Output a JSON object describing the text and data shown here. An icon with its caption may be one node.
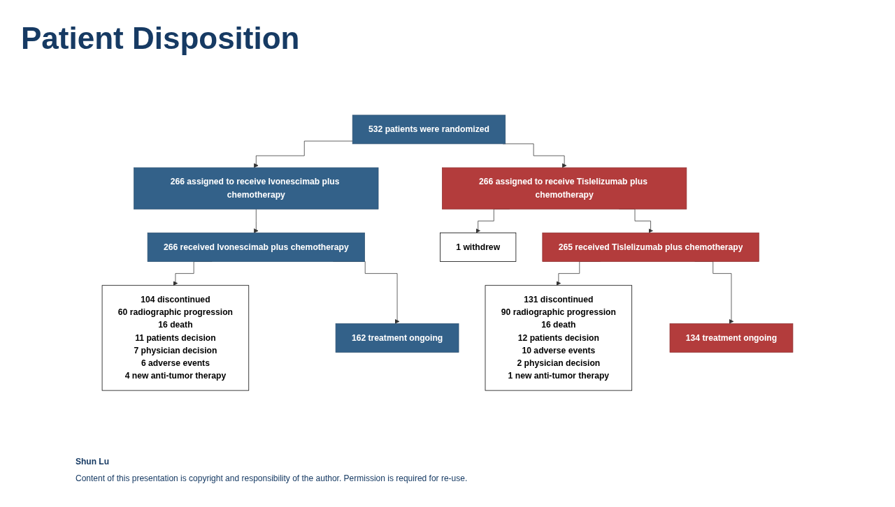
{
  "diagram": {
    "title": "Patient Disposition",
    "nodes": [
      {
        "text": [
          "532 patients were randomized"
        ]
      },
      {
        "text": [
          "266 assigned to receive Ivonescimab plus chemotherapy"
        ]
      },
      {
        "text": [
          "266 assigned to receive Tislelizumab plus chemotherapy"
        ]
      },
      {
        "text": [
          "1 withdrew"
        ]
      },
      {
        "text": [
          "266 received Ivonescimab plus chemotherapy"
        ]
      },
      {
        "text": [
          "265 received Tislelizumab plus chemotherapy"
        ]
      },
      {
        "text": [
          "104 discontinued",
          "60 radiographic progression",
          "16 death",
          "11 patients decision",
          "7 physician decision",
          "6 adverse events",
          "4 new anti-tumor therapy"
        ]
      },
      {
        "text": [
          "131 discontinued",
          "90 radiographic progression",
          "16 death",
          "12 patients decision",
          "10 adverse events",
          "2 physician decision",
          "1 new anti-tumor therapy"
        ]
      },
      {
        "text": [
          "162 treatment ongoing"
        ]
      },
      {
        "text": [
          "134 treatment ongoing"
        ]
      }
    ],
    "edges": [
      {
        "from": 0,
        "to": 1,
        "arrow": "to"
      },
      {
        "from": 0,
        "to": 2,
        "arrow": "to"
      },
      {
        "from": 2,
        "to": 3,
        "arrow": "to"
      },
      {
        "from": 1,
        "to": 4,
        "arrow": "to"
      },
      {
        "from": 2,
        "to": 5,
        "arrow": "to"
      },
      {
        "from": 4,
        "to": 6,
        "arrow": "to"
      },
      {
        "from": 4,
        "to": 8,
        "arrow": "to"
      },
      {
        "from": 5,
        "to": 7,
        "arrow": "to"
      },
      {
        "from": 5,
        "to": 9,
        "arrow": "to"
      }
    ],
    "labels": [
      "Shun Lu",
      "Content of this presentation is copyright and responsibility of the author. Permission is required for re-use."
    ]
  }
}
